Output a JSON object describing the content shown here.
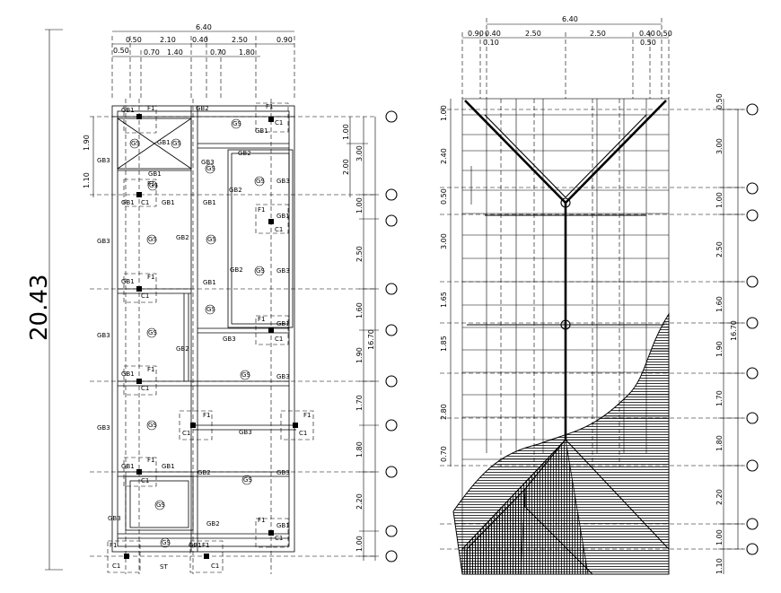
{
  "plan": {
    "overall_height": "20.43",
    "overall_width": "6.40",
    "top_dims_row1": [
      "0.50",
      "2.10",
      "0.40",
      "2.50",
      "0.90"
    ],
    "top_dims_row2": [
      "0.50",
      "0.70",
      "1.40",
      "0.70",
      "1.80"
    ],
    "left_dims": [
      "1.90",
      "1.10"
    ],
    "right_dims": [
      "1.00",
      "2.00",
      "3.00",
      "1.00",
      "2.50",
      "1.60",
      "1.90",
      "1.70",
      "1.80",
      "2.20",
      "1.00"
    ],
    "right_total": "16.70",
    "labels": {
      "f1": "F1",
      "c1": "C1",
      "gb1": "GB1",
      "gb2": "GB2",
      "gb3": "GB3",
      "gs": "GS",
      "st": "ST"
    }
  },
  "roof": {
    "overall_width": "6.40",
    "top_dims_row1": [
      "0.90",
      "0.40",
      "2.50",
      "2.50",
      "0.40",
      "0.50"
    ],
    "top_dims_row2": [
      "0.10",
      "0.50"
    ],
    "left_dims": [
      "1.00",
      "2.40",
      "0.50",
      "3.00",
      "1.65",
      "1.85",
      "2.80",
      "0.70"
    ],
    "right_dims": [
      "0.50",
      "3.00",
      "1.00",
      "2.50",
      "1.60",
      "1.90",
      "1.70",
      "1.80",
      "2.20",
      "1.00",
      "1.10"
    ],
    "right_total": "16.70"
  }
}
